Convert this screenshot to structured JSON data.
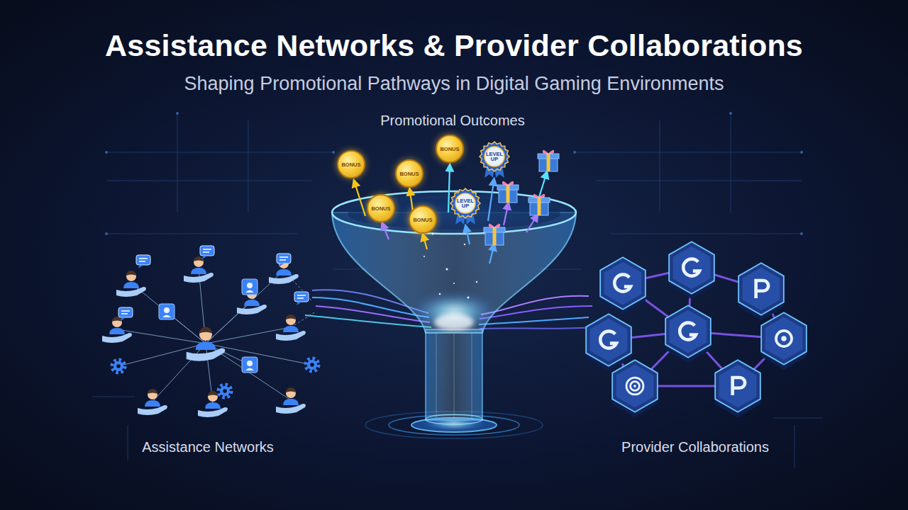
{
  "diagram": {
    "title": "Assistance Networks & Provider Collaborations",
    "nodes": [
      {
        "text": [
          "BONUS"
        ]
      },
      {
        "text": [
          "LEVEL UP"
        ]
      },
      {
        "text": [
          "BONUS"
        ]
      },
      {
        "text": [
          "BONUS"
        ]
      },
      {
        "text": [
          "LEVEL UP"
        ]
      },
      {
        "text": [
          "BONUS"
        ]
      },
      {
        "text": [
          "BONUS"
        ]
      }
    ],
    "labels": [
      "Shaping Promotional Pathways in Digital Gaming Environments",
      "Promotional Outcomes",
      "Assistance Networks",
      "Provider Collaborations"
    ]
  }
}
